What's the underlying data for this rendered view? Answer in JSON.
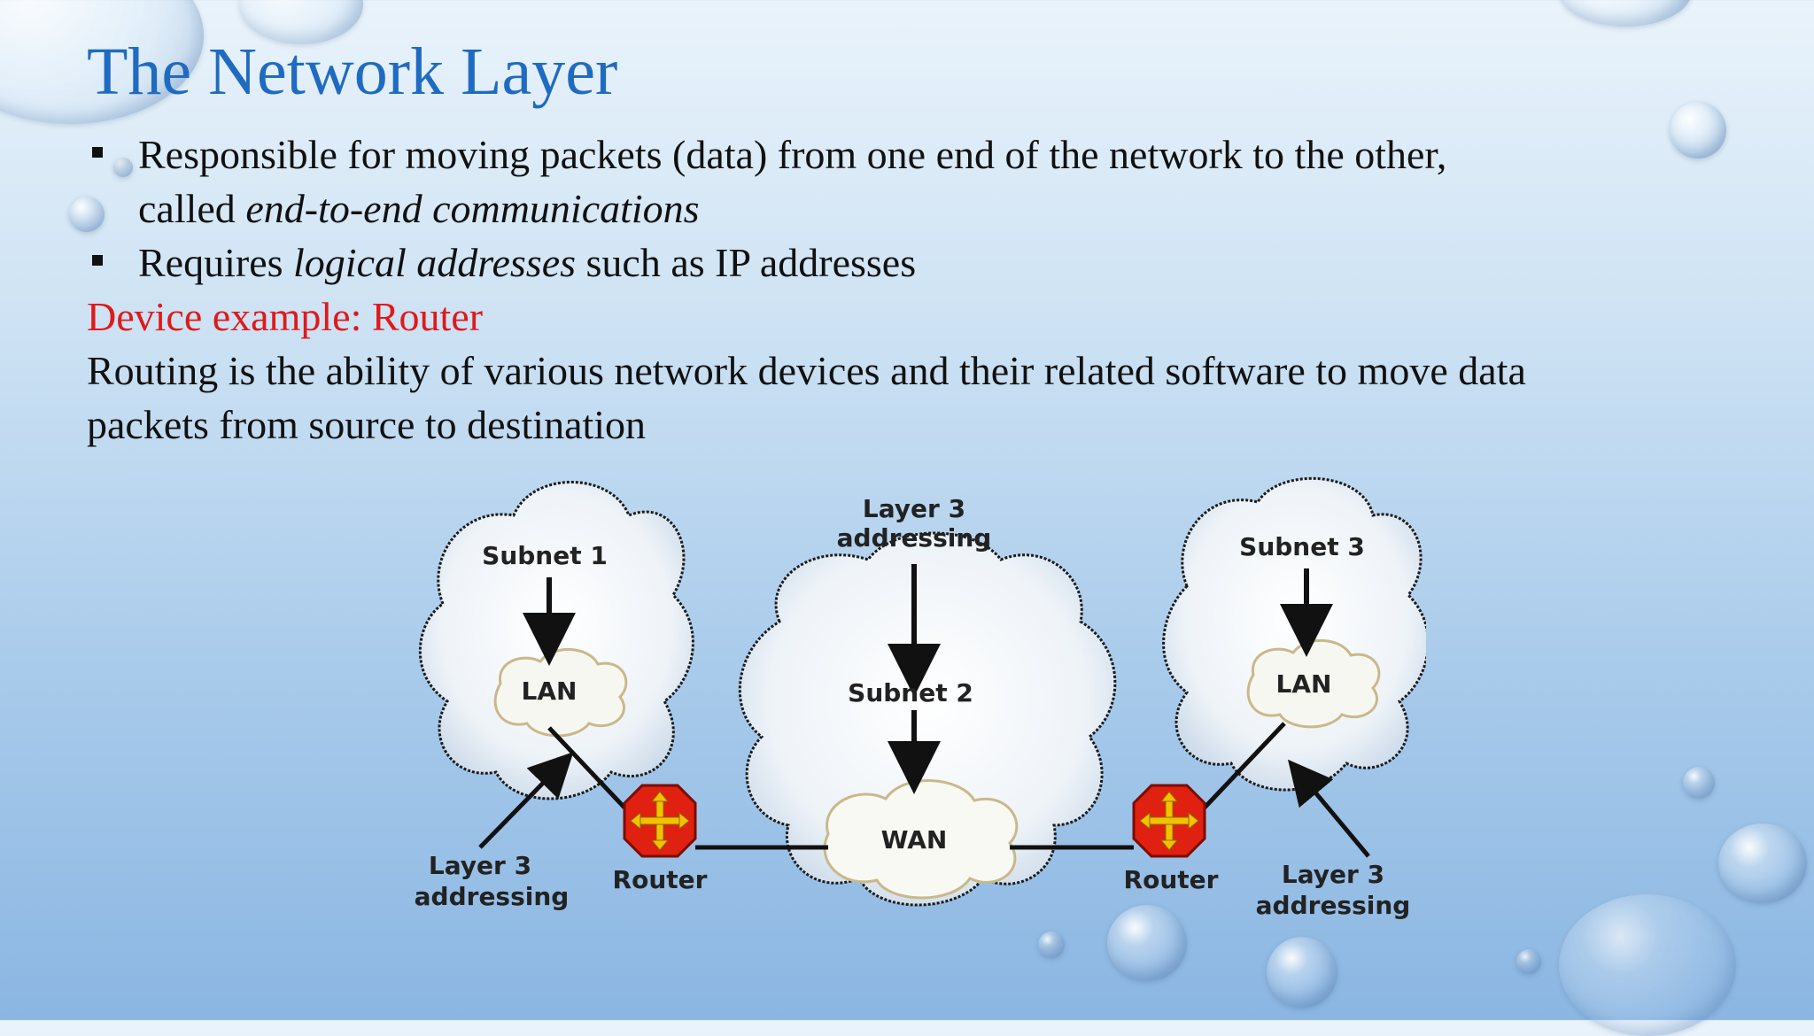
{
  "title": "The Network Layer",
  "bullets": [
    {
      "text_before": "Responsible for moving packets (data) from one end of the network to the other,",
      "line2_plain": "called ",
      "line2_italic": "end-to-end communications"
    },
    {
      "plain1": "Requires ",
      "italic": "logical addresses",
      "plain2": " such as IP addresses"
    }
  ],
  "device_example": "Device example: Router",
  "routing_line1": "Routing is the ability of various network devices and their related software to move data",
  "routing_line2": "packets from source to destination",
  "diagram": {
    "subnet1": "Subnet 1",
    "subnet2": "Subnet 2",
    "subnet3": "Subnet 3",
    "lan_left": "LAN",
    "lan_right": "LAN",
    "wan": "WAN",
    "router_left": "Router",
    "router_right": "Router",
    "layer3_top_1": "Layer 3",
    "layer3_top_2": "addressing",
    "layer3_left_1": "Layer 3",
    "layer3_left_2": "addressing",
    "layer3_right_1": "Layer 3",
    "layer3_right_2": "addressing"
  },
  "colors": {
    "title": "#1f6bc1",
    "device_example": "#e01919",
    "router": "#e02010",
    "router_arrows": "#f2c200"
  }
}
